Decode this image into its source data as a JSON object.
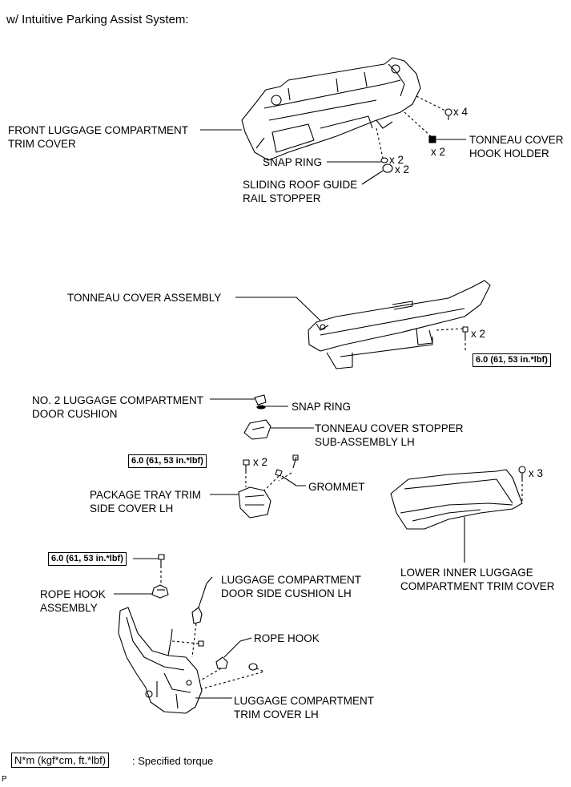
{
  "title": "w/ Intuitive Parking Assist System:",
  "labels": {
    "front_trim_cover": [
      "FRONT LUGGAGE COMPARTMENT",
      "TRIM COVER"
    ],
    "snap_ring_top": "SNAP RING",
    "sliding_roof_stopper": [
      "SLIDING ROOF GUIDE",
      "RAIL STOPPER"
    ],
    "tonneau_hook_holder": [
      "TONNEAU COVER",
      "HOOK HOLDER"
    ],
    "tonneau_assembly": "TONNEAU COVER ASSEMBLY",
    "no2_cushion": [
      "NO. 2 LUGGAGE COMPARTMENT",
      "DOOR CUSHION"
    ],
    "snap_ring_mid": "SNAP RING",
    "tonneau_stopper": [
      "TONNEAU COVER STOPPER",
      "SUB-ASSEMBLY LH"
    ],
    "grommet": "GROMMET",
    "package_tray": [
      "PACKAGE TRAY TRIM",
      "SIDE COVER LH"
    ],
    "lower_inner": [
      "LOWER INNER LUGGAGE",
      "COMPARTMENT TRIM COVER"
    ],
    "door_side_cushion": [
      "LUGGAGE COMPARTMENT",
      "DOOR SIDE CUSHION LH"
    ],
    "rope_hook_assembly": [
      "ROPE HOOK",
      "ASSEMBLY"
    ],
    "rope_hook": "ROPE HOOK",
    "luggage_trim_lh": [
      "LUGGAGE COMPARTMENT",
      "TRIM COVER LH"
    ]
  },
  "quantities": {
    "q_x4": "x 4",
    "q_x2_hook": "x 2",
    "q_x2_snap": "x 2",
    "q_x2_stopper": "x 2",
    "q_x2_tonneau": "x 2",
    "q_x2_package": "x 2",
    "q_x3": "x 3"
  },
  "torques": {
    "tonneau": "6.0 (61, 53 in.*lbf)",
    "package": "6.0 (61, 53 in.*lbf)",
    "rope_hook": "6.0 (61, 53 in.*lbf)"
  },
  "legend": {
    "box": "N*m (kgf*cm, ft.*lbf)",
    "text": ": Specified torque"
  },
  "corner_mark": "P"
}
